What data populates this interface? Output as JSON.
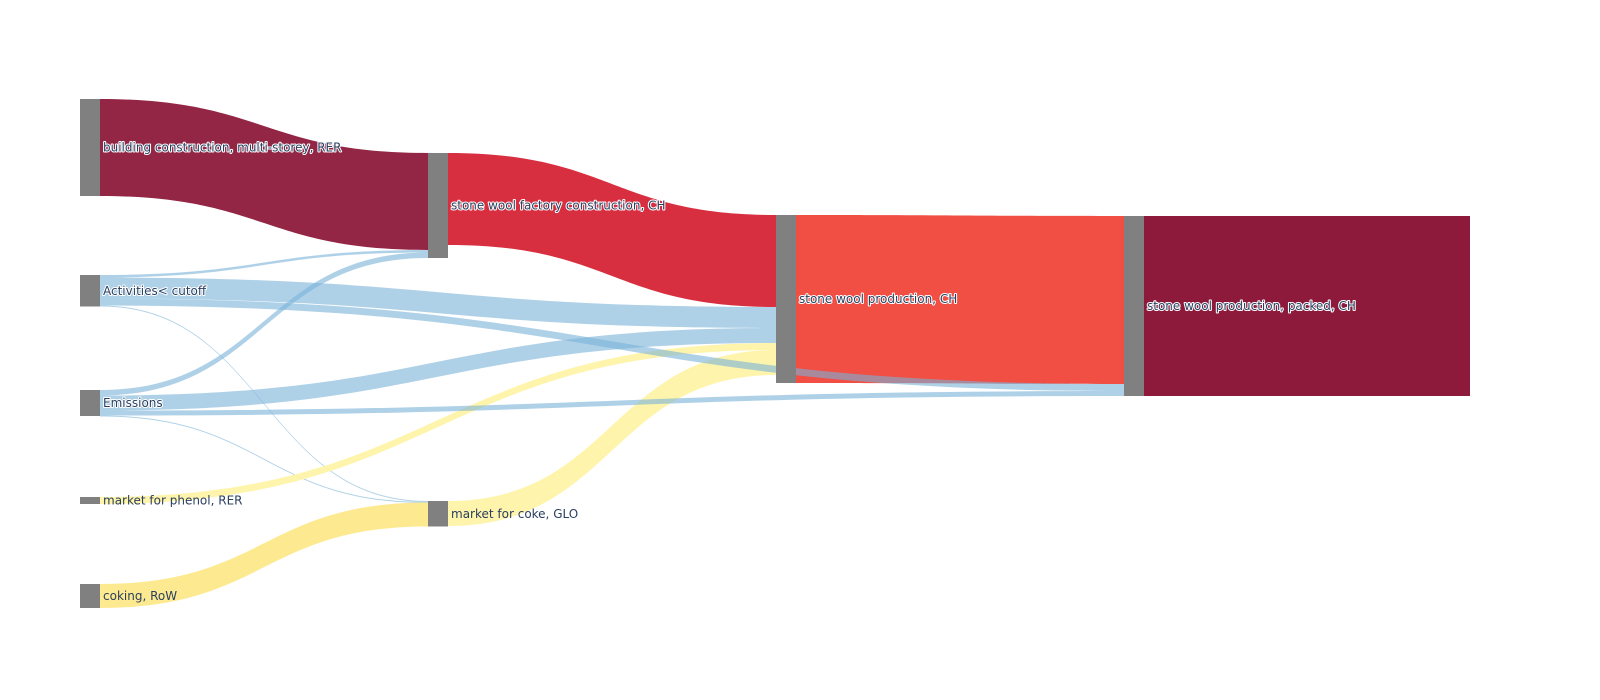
{
  "chart_data": {
    "type": "sankey",
    "nodes": [
      {
        "id": "building",
        "label": "building construction, multi-storey, RER"
      },
      {
        "id": "cutoff",
        "label": "Activities< cutoff"
      },
      {
        "id": "emissions",
        "label": "Emissions"
      },
      {
        "id": "phenol",
        "label": "market for phenol, RER"
      },
      {
        "id": "coking",
        "label": "coking, RoW"
      },
      {
        "id": "factory",
        "label": "stone wool factory construction, CH"
      },
      {
        "id": "coke",
        "label": "market for coke, GLO"
      },
      {
        "id": "production",
        "label": "stone wool production, CH"
      },
      {
        "id": "packed",
        "label": "stone wool production, packed, CH"
      }
    ],
    "links": [
      {
        "source": "building",
        "target": "factory",
        "value": 97,
        "color": "#8e1a3b"
      },
      {
        "source": "cutoff",
        "target": "factory",
        "value": 2.5,
        "color": "#7ab3d8"
      },
      {
        "source": "emissions",
        "target": "factory",
        "value": 5.5,
        "color": "#7ab3d8"
      },
      {
        "source": "cutoff",
        "target": "coke",
        "value": 1,
        "color": "#7ab3d8"
      },
      {
        "source": "emissions",
        "target": "coke",
        "value": 0.5,
        "color": "#7ab3d8"
      },
      {
        "source": "coking",
        "target": "coke",
        "value": 24,
        "color": "#fde98a"
      },
      {
        "source": "factory",
        "target": "production",
        "value": 92,
        "color": "#d62436"
      },
      {
        "source": "cutoff",
        "target": "production",
        "value": 21,
        "color": "#7ab3d8"
      },
      {
        "source": "emissions",
        "target": "production",
        "value": 15,
        "color": "#7ab3d8"
      },
      {
        "source": "phenol",
        "target": "production",
        "value": 7,
        "color": "#fef3a8"
      },
      {
        "source": "coke",
        "target": "production",
        "value": 25,
        "color": "#fef3a8"
      },
      {
        "source": "production",
        "target": "packed",
        "value": 168,
        "color": "#f0453a"
      },
      {
        "source": "cutoff",
        "target": "packed",
        "value": 7,
        "color": "#7ab3d8"
      },
      {
        "source": "emissions",
        "target": "packed",
        "value": 5,
        "color": "#7ab3d8"
      }
    ],
    "colors": {
      "node": "#808080",
      "label": "#2a3f5f",
      "packed_block": "#8e1a3b"
    }
  }
}
